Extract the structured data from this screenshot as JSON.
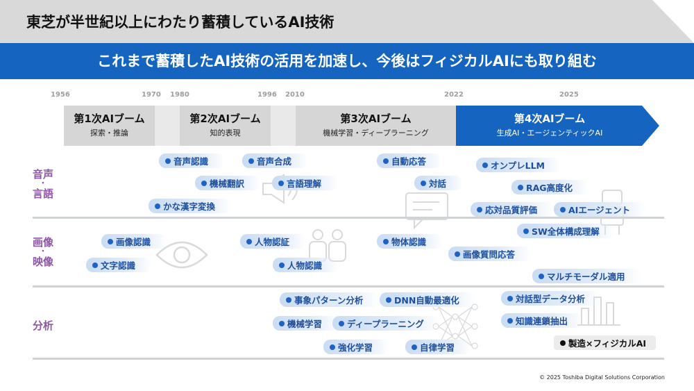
{
  "title": "東芝が半世紀以上にわたり蓄積しているAI技術",
  "banner": "これまで蓄積したAI技術の活用を加速し、今後はフィジカルAIにも取り組む",
  "years": [
    "1956",
    "1970",
    "1980",
    "1996",
    "2010",
    "2022",
    "2025"
  ],
  "eras": [
    {
      "name": "第1次AIブーム",
      "sub": "探索・推論"
    },
    {
      "name": "第2次AIブーム",
      "sub": "知的表現"
    },
    {
      "name": "第3次AIブーム",
      "sub": "機械学習・ディープラーニング"
    },
    {
      "name": "第4次AIブーム",
      "sub": "生成AI・エージェンティックAI"
    }
  ],
  "colors": {
    "accent_blue": "#1565c0",
    "category_purple": "#8e55a8",
    "pill_text": "#1d4f9c"
  },
  "categories": {
    "speech": {
      "top": "音声",
      "dot": "・",
      "bottom": "言語"
    },
    "image": {
      "top": "画像",
      "dot": "・",
      "bottom": "映像"
    },
    "analysis": {
      "label": "分析"
    }
  },
  "speech_items": [
    "音声認識",
    "音声合成",
    "自動応答",
    "オンプレLLM",
    "機械翻訳",
    "言語理解",
    "対話",
    "RAG高度化",
    "かな漢字変換",
    "応対品質評価",
    "AIエージェント"
  ],
  "image_items": [
    "SW全体構成理解",
    "画像認識",
    "人物認証",
    "物体認識",
    "画像質問応答",
    "文字認識",
    "人物認識",
    "マルチモーダル適用"
  ],
  "analysis_items": [
    "事象パターン分析",
    "DNN自動最適化",
    "対話型データ分析",
    "機械学習",
    "ディープラーニング",
    "知識連鎖抽出",
    "強化学習",
    "自律学習",
    "製造×フィジカルAI"
  ],
  "icons": [
    "speaker-icon",
    "chat-bubble-icon",
    "eye-icon",
    "people-icon",
    "neural-network-icon",
    "robot-icon",
    "bar-chart-icon"
  ],
  "copyright": "© 2025 Toshiba Digital Solutions Corporation"
}
